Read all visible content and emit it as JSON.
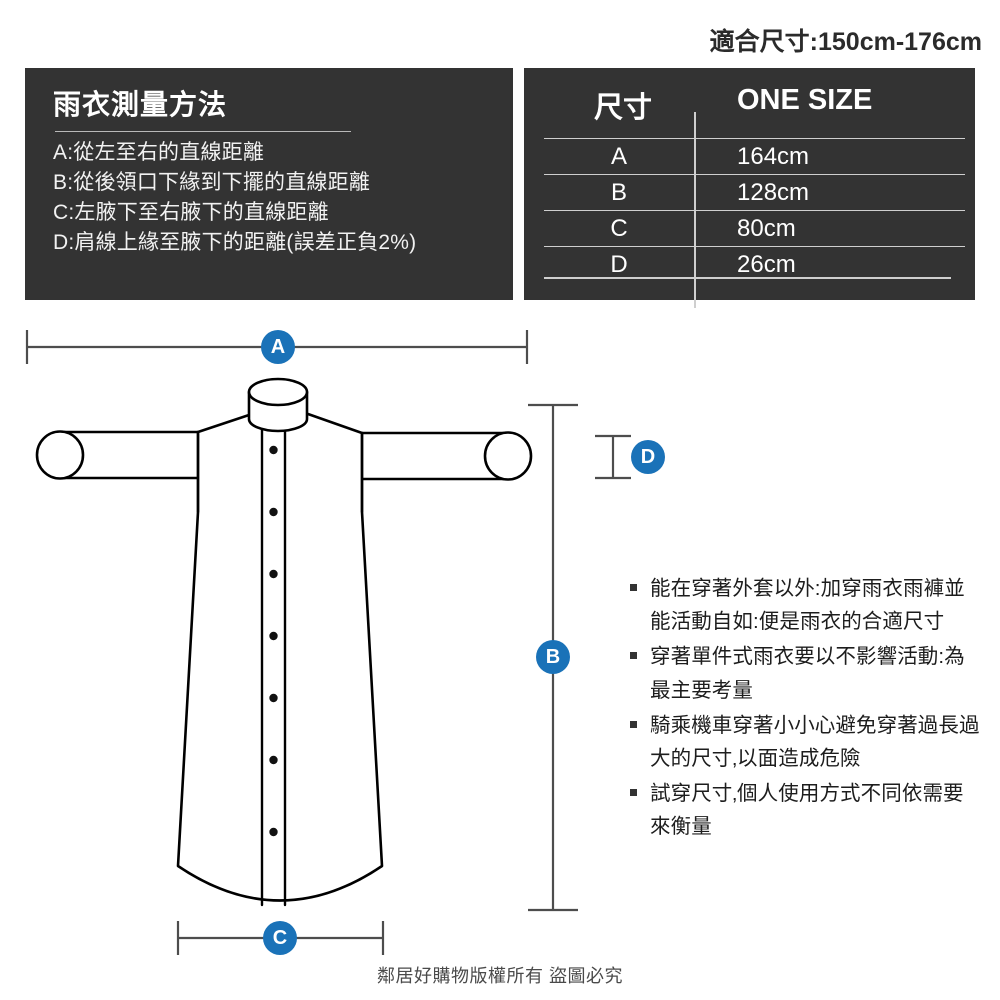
{
  "header": {
    "fit_size": "適合尺寸:150cm-176cm"
  },
  "method_panel": {
    "title": "雨衣測量方法",
    "lines": [
      "A:從左至右的直線距離",
      "B:從後領口下緣到下擺的直線距離",
      "C:左腋下至右腋下的直線距離",
      "D:肩線上緣至腋下的距離(誤差正負2%)"
    ]
  },
  "size_table": {
    "header": {
      "key": "尺寸",
      "value": "ONE SIZE"
    },
    "rows": [
      {
        "key": "A",
        "value": "164cm"
      },
      {
        "key": "B",
        "value": "128cm"
      },
      {
        "key": "C",
        "value": "80cm"
      },
      {
        "key": "D",
        "value": "26cm"
      }
    ]
  },
  "diagram": {
    "badges": {
      "a": "A",
      "b": "B",
      "c": "C",
      "d": "D"
    },
    "accent_color": "#1a72b8",
    "panel_color": "#333333",
    "line_color": "#4d4d4d",
    "garment_outline_color": "#000000"
  },
  "notes": [
    "能在穿著外套以外:加穿雨衣雨褲並能活動自如:便是雨衣的合適尺寸",
    "穿著單件式雨衣要以不影響活動:為最主要考量",
    "騎乘機車穿著小小心避免穿著過長過大的尺寸‚以面造成危險",
    "試穿尺寸‚個人使用方式不同依需要來衡量"
  ],
  "footer": "鄰居好購物版權所有 盜圖必究"
}
